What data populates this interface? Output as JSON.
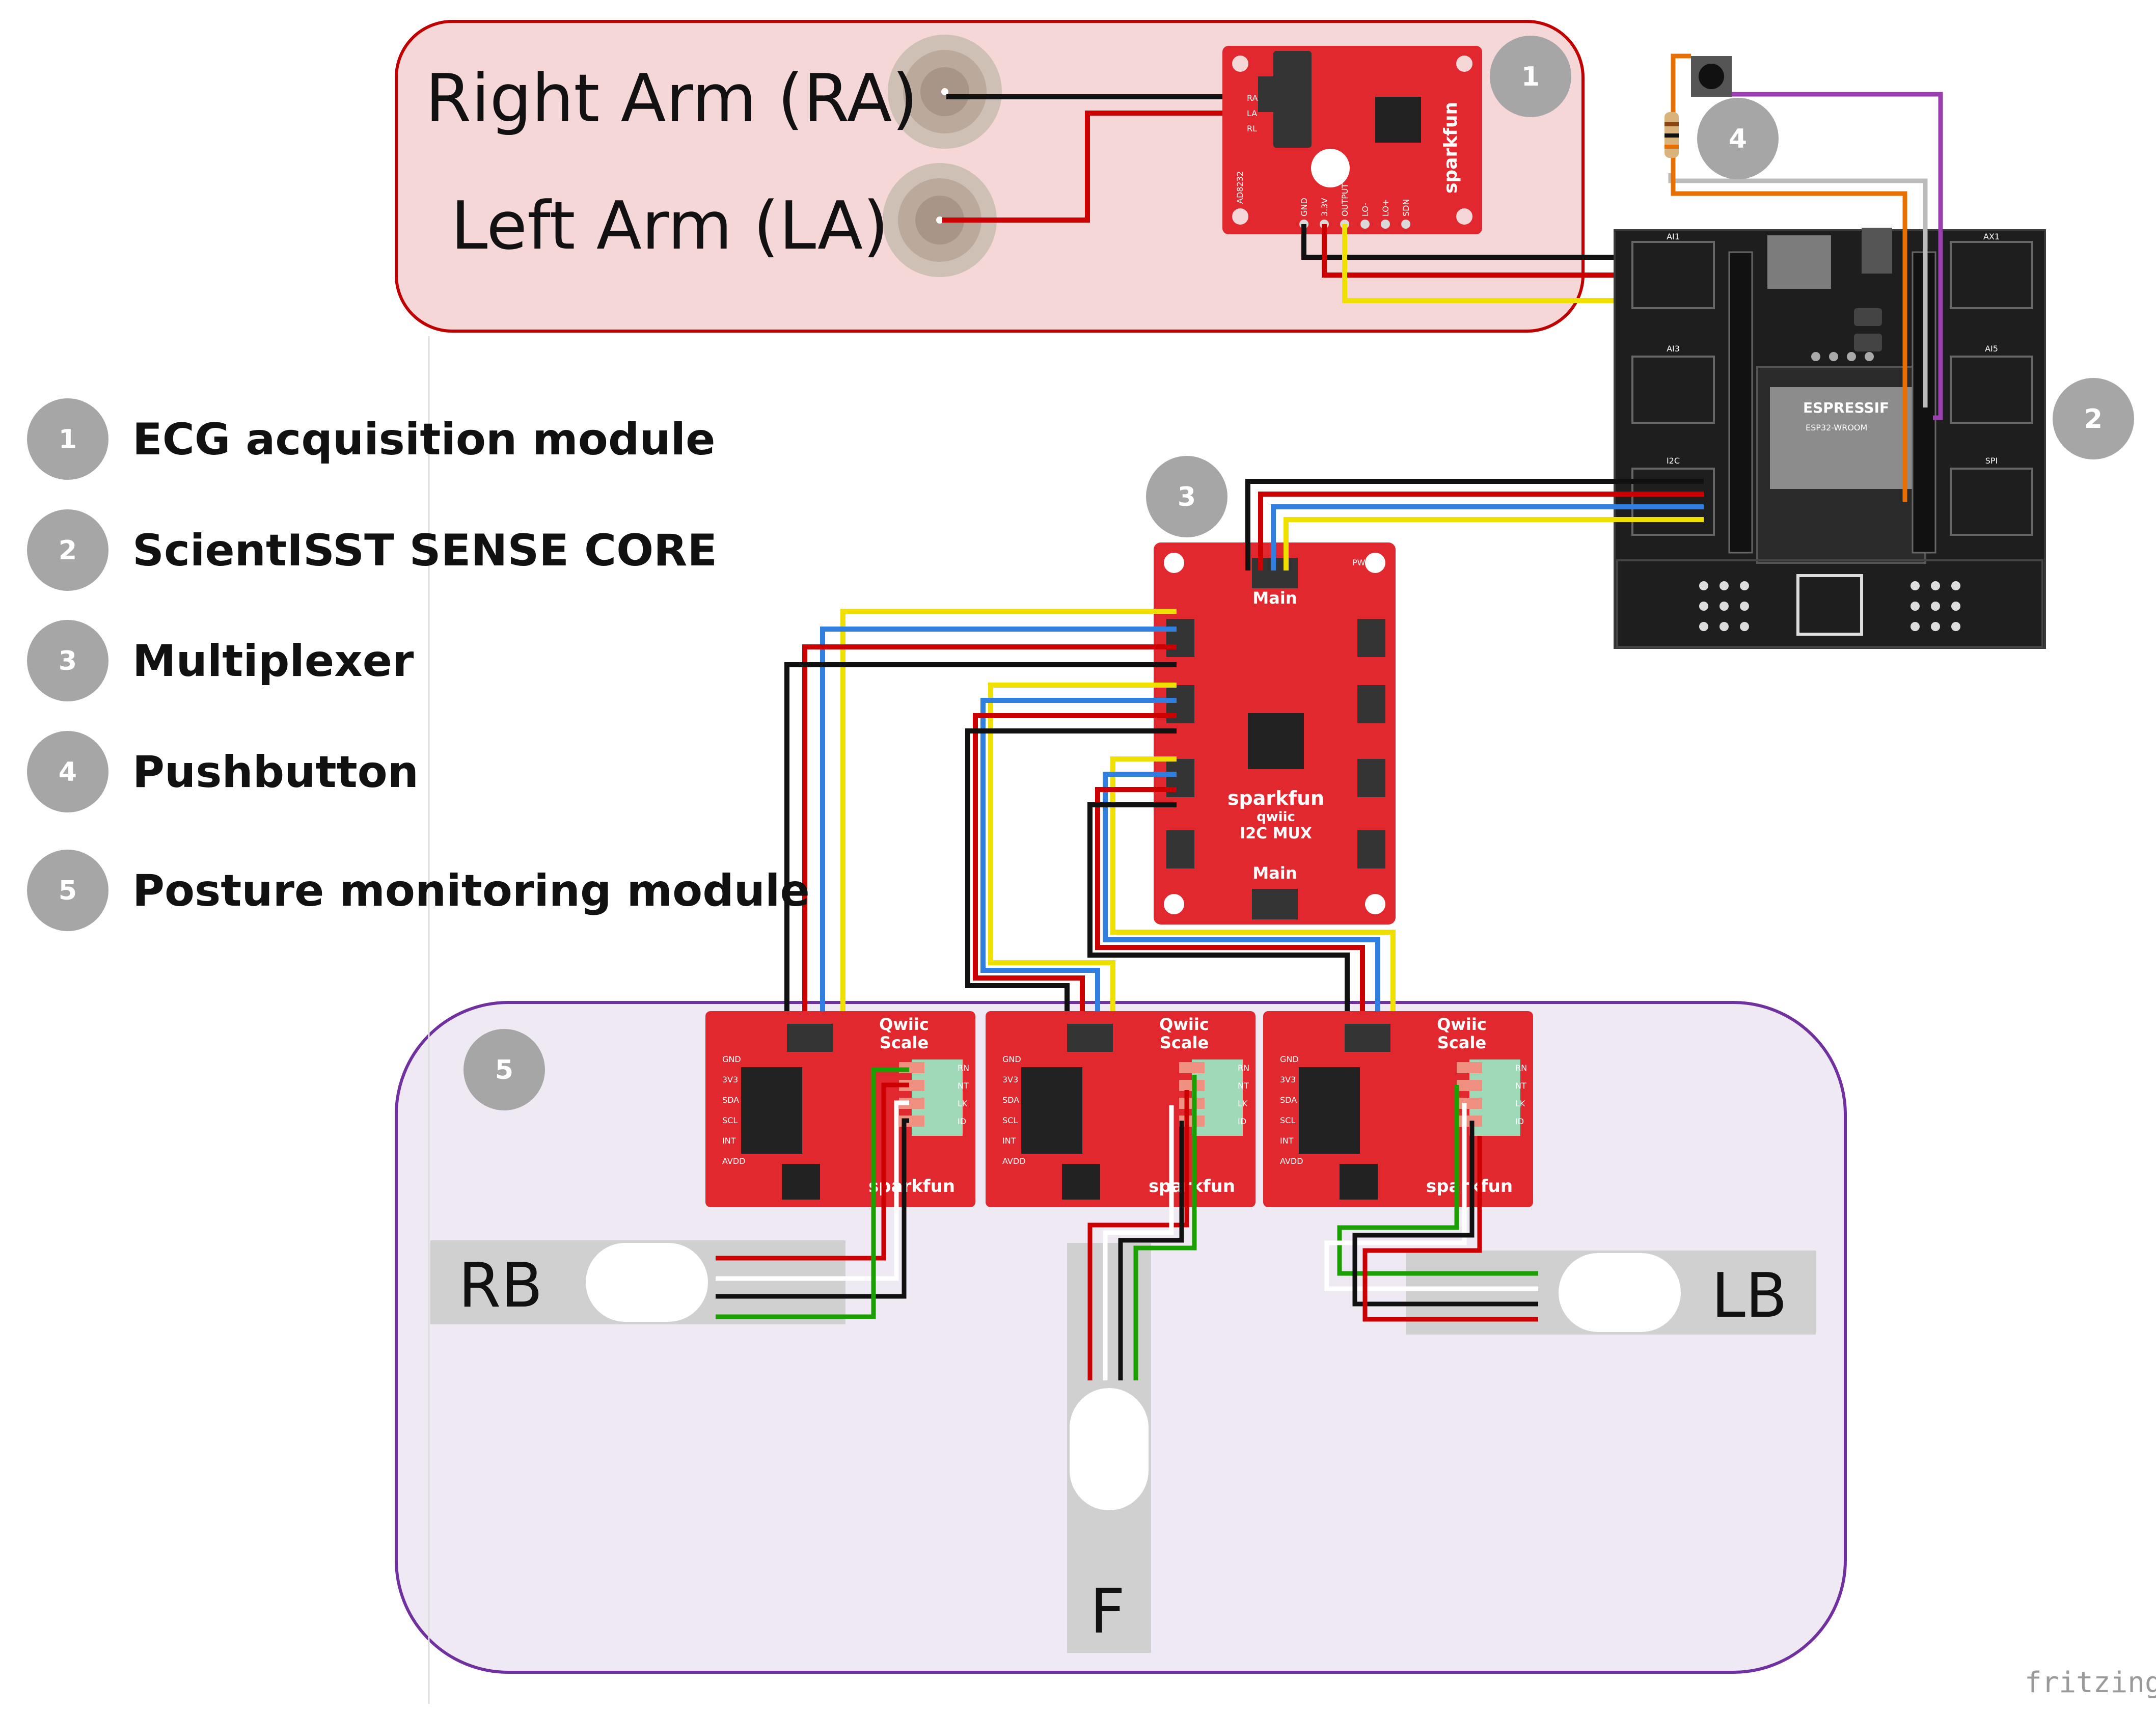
{
  "legend": [
    {
      "num": "1",
      "label": "ECG acquisition module"
    },
    {
      "num": "2",
      "label": "ScientISST SENSE CORE"
    },
    {
      "num": "3",
      "label": "Multiplexer"
    },
    {
      "num": "4",
      "label": "Pushbutton"
    },
    {
      "num": "5",
      "label": "Posture monitoring module"
    }
  ],
  "ecg": {
    "ra_label": "Right Arm (RA)",
    "la_label": "Left Arm (LA)",
    "board_brand": "sparkfun",
    "board_model": "AD8232",
    "pins_left": [
      "RA",
      "LA",
      "RL"
    ],
    "pins_bottom": [
      "GND",
      "3.3V",
      "OUTPUT",
      "LO-",
      "LO+",
      "SDN"
    ]
  },
  "core": {
    "chip_brand": "ESPRESSIF",
    "chip_model": "ESP32-WROOM",
    "ports": [
      "AI1",
      "AI3",
      "I2C",
      "AX1",
      "AI5",
      "SPI"
    ]
  },
  "mux": {
    "brand": "sparkfun",
    "qwiic": "qwiic",
    "name": "I2C MUX",
    "main_top": "Main",
    "main_bottom": "Main",
    "pwr": "PWR"
  },
  "scales": {
    "title_1": "Qwiic",
    "title_2": "Scale",
    "brand": "sparkfun",
    "pins_left": [
      "GND",
      "3V3",
      "SDA",
      "SCL",
      "INT",
      "AVDD"
    ],
    "pins_right": [
      "RN",
      "NT",
      "LK",
      "ID"
    ]
  },
  "load_cells": {
    "rb": "RB",
    "lb": "LB",
    "f": "F"
  },
  "watermark": "fritzing",
  "colors": {
    "pcb_red": "#e0282e",
    "core_black": "#1e1e1e",
    "badge_gray": "#a6a6a6",
    "ecg_frame": "#c00000",
    "posture_frame": "#7030a0",
    "wire_black": "#111111",
    "wire_red": "#cc0000",
    "wire_blue": "#2f7ee0",
    "wire_yellow": "#f0e000",
    "wire_green": "#1aa000",
    "wire_orange": "#e87000",
    "wire_purple": "#9b3fb0"
  }
}
